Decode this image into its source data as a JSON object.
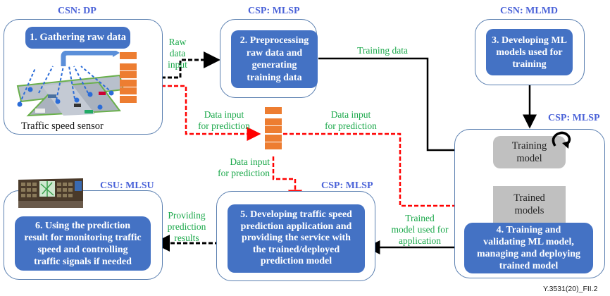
{
  "figure_id": "Y.3531(20)_FII.2",
  "colors": {
    "step_fill": "#4472c4",
    "group_label": "#4a62d8",
    "flow_label": "#1aa84a",
    "prediction_flow": "#ff0000",
    "data_flow": "#000000",
    "queue": "#ed7d31",
    "gray_box": "#c0c0c0"
  },
  "groups": {
    "dp": {
      "label": "CSN: DP"
    },
    "mlsp_pre": {
      "label": "CSP: MLSP"
    },
    "mlmd": {
      "label": "CSN: MLMD"
    },
    "mlsp_train": {
      "label": "CSP: MLSP"
    },
    "mlsp_app": {
      "label": "CSP: MLSP"
    },
    "mlsu": {
      "label": "CSU: MLSU"
    }
  },
  "steps": {
    "s1": "1. Gathering raw data",
    "s2": "2. Preprocessing\nraw data and\ngenerating\ntraining data",
    "s3": "3. Developing ML\nmodels used for\ntraining",
    "s4": "4. Training and\nvalidating ML model,\nmanaging and deploying\ntrained model",
    "s5": "5. Developing traffic speed\nprediction application and\nproviding the service with\nthe trained/deployed\nprediction model",
    "s6": "6. Using the prediction\nresult for monitoring traffic\nspeed and controlling\ntraffic signals if needed"
  },
  "inner": {
    "training_model": "Training\nmodel",
    "trained_models": "Trained\nmodels",
    "sensor_caption": "Traffic speed sensor"
  },
  "flow_labels": {
    "raw_data_input": "Raw\ndata\ninput",
    "training_data": "Training data",
    "data_input_pred_1": "Data input\nfor prediction",
    "data_input_pred_2": "Data input\nfor prediction",
    "data_input_pred_3": "Data input\nfor prediction",
    "trained_model_used": "Trained\nmodel used for\napplication",
    "providing_results": "Providing\nprediction\nresults"
  },
  "icons": {
    "sensor": "traffic-intersection-sensor-illustration",
    "control_room": "traffic-control-room-photo",
    "loop": "retraining-loop-arrow"
  }
}
